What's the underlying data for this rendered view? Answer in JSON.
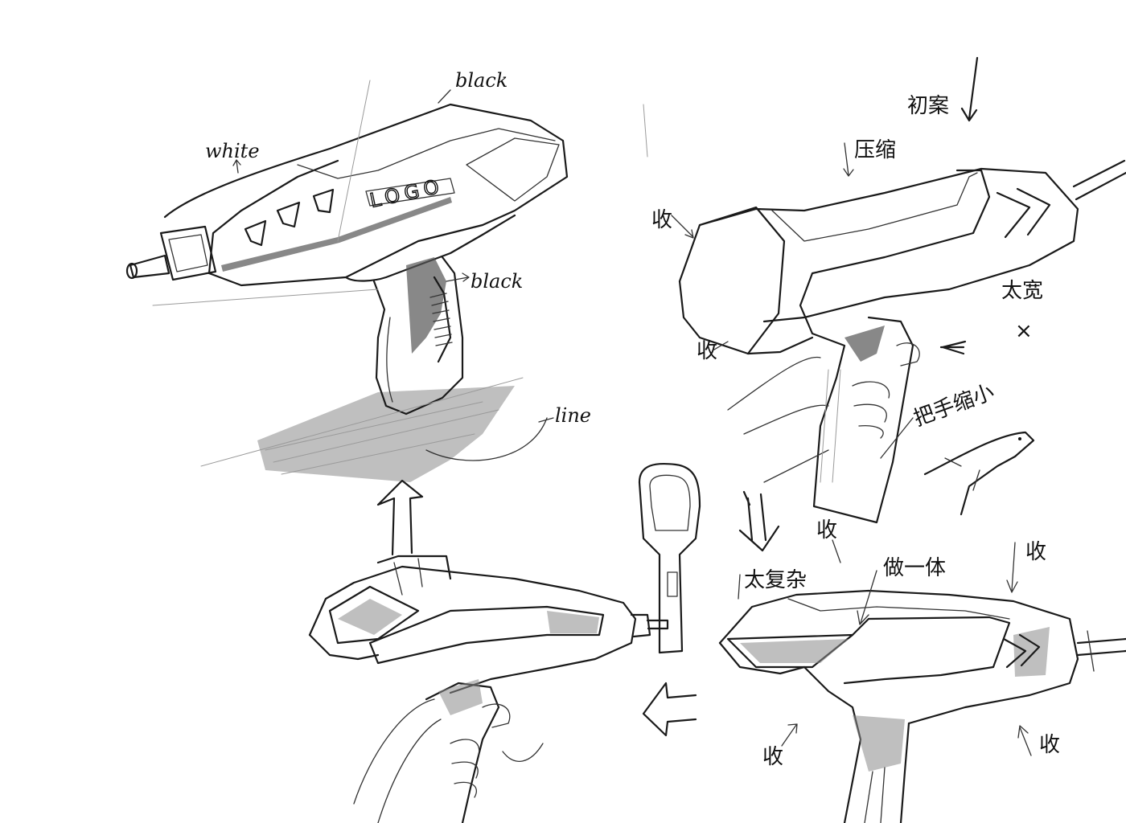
{
  "sketch": {
    "title": "初案",
    "colors": {
      "ink": "#1a1a1a",
      "paper": "#ffffff",
      "shade": "#8a8a8a"
    },
    "annotations": {
      "black_top": "black",
      "white": "white",
      "logo": "LOGO",
      "black_grip": "black",
      "line": "line",
      "compress": "压缩",
      "shou_1": "收",
      "shou_2": "收",
      "too_wide": "太宽",
      "too_wide_mark": "×",
      "grip_shrink": "把手缩小",
      "too_complex": "太复杂",
      "shou_3": "收",
      "shou_4": "收",
      "integrate": "做一体",
      "shou_5": "收",
      "shou_6": "收"
    }
  }
}
